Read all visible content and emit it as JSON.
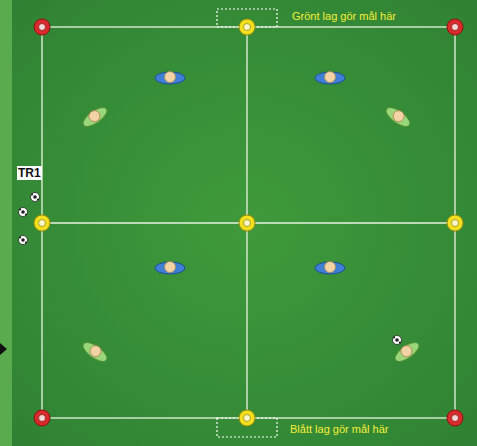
{
  "diagram": {
    "labels": [
      "Grönt lag gör mål här",
      "TR1",
      "Blått lag gör mål här"
    ]
  }
}
